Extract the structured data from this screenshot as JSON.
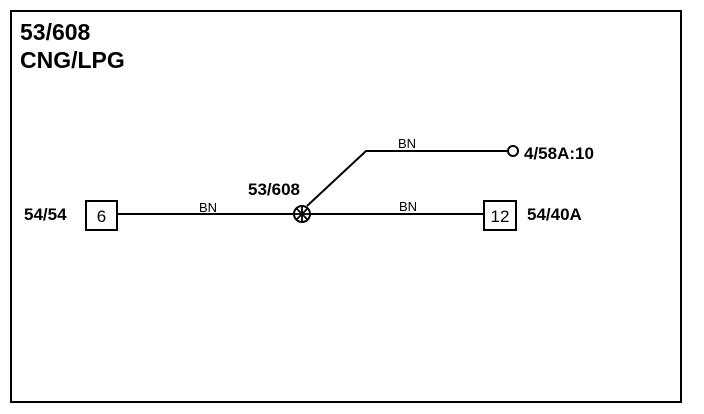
{
  "header": {
    "title_line1": "53/608",
    "title_line2": "CNG/LPG"
  },
  "diagram": {
    "splice_label": "53/608",
    "wires": [
      {
        "color_code": "BN"
      },
      {
        "color_code": "BN"
      },
      {
        "color_code": "BN"
      }
    ],
    "connectors": [
      {
        "name": "54/54",
        "pin": "6"
      },
      {
        "name": "54/40A",
        "pin": "12"
      }
    ],
    "terminal": {
      "name": "4/58A:10"
    }
  }
}
